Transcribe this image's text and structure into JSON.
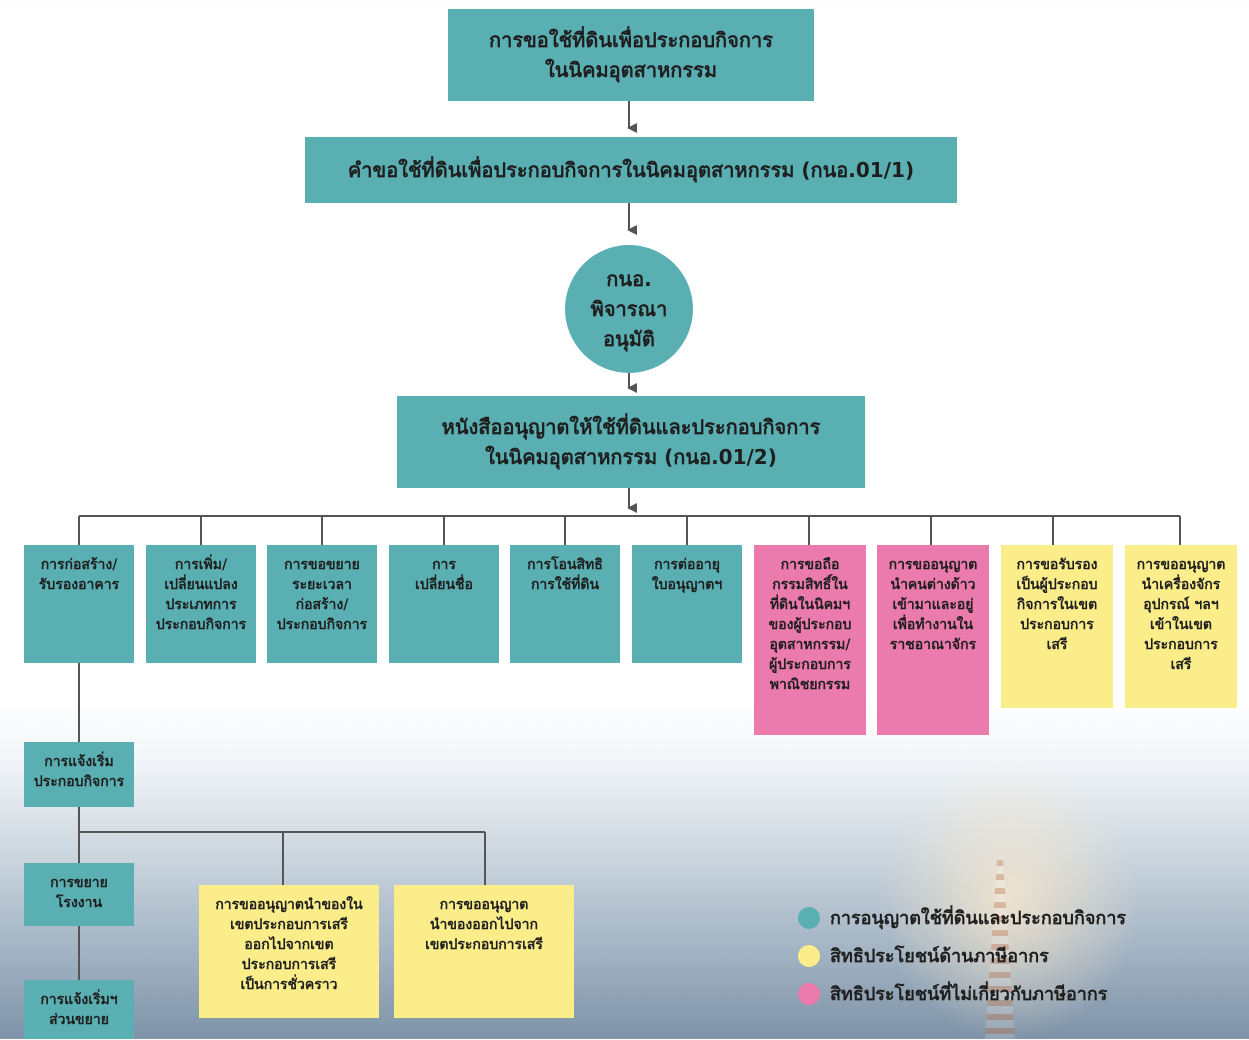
{
  "colors": {
    "teal": "#5aafb3",
    "yellow": "#faed8a",
    "pink": "#ec7bad",
    "connector": "#555555"
  },
  "top_box": "การขอใช้ที่ดินเพื่อประกอบกิจการ\nในนิคมอุตสาหกรรม",
  "request_box": "คำขอใช้ที่ดินเพื่อประกอบกิจการในนิคมอุตสาหกรรม (กนอ.01/1)",
  "approval_circle": "กนอ.\nพิจารณา\nอนุมัติ",
  "permit_box": "หนังสืออนุญาตให้ใช้ที่ดินและประกอบกิจการ\nในนิคมอุตสาหกรรม (กนอ.01/2)",
  "branches": [
    {
      "label": "การก่อสร้าง/\nรับรองอาคาร",
      "category": "teal"
    },
    {
      "label": "การเพิ่ม/\nเปลี่ยนแปลง\nประเภทการ\nประกอบกิจการ",
      "category": "teal"
    },
    {
      "label": "การขอขยาย\nระยะเวลา\nก่อสร้าง/\nประกอบกิจการ",
      "category": "teal"
    },
    {
      "label": "การ\nเปลี่ยนชื่อ",
      "category": "teal"
    },
    {
      "label": "การโอนสิทธิ\nการใช้ที่ดิน",
      "category": "teal"
    },
    {
      "label": "การต่ออายุ\nใบอนุญาตฯ",
      "category": "teal"
    },
    {
      "label": "การขอถือ\nกรรมสิทธิ์ใน\nที่ดินในนิคมฯ\nของผู้ประกอบ\nอุตสาหกรรม/\nผู้ประกอบการ\nพาณิชยกรรม",
      "category": "pink"
    },
    {
      "label": "การขออนุญาต\nนำคนต่างด้าว\nเข้ามาและอยู่\nเพื่อทำงานใน\nราชอาณาจักร",
      "category": "pink"
    },
    {
      "label": "การขอรับรอง\nเป็นผู้ประกอบ\nกิจการในเขต\nประกอบการ\nเสรี",
      "category": "yellow"
    },
    {
      "label": "การขออนุญาต\nนำเครื่องจักร\nอุปกรณ์ ฯลฯ\nเข้าในเขต\nประกอบการ\nเสรี",
      "category": "yellow"
    }
  ],
  "notify_start": "การแจ้งเริ่ม\nประกอบกิจการ",
  "expand_factory": "การขยาย\nโรงงาน",
  "notify_expansion": "การแจ้งเริ่มฯ\nส่วนขยาย",
  "temp_export": "การขออนุญาตนำของใน\nเขตประกอบการเสรี\nออกไปจากเขต\nประกอบการเสรี\nเป็นการชั่วคราว",
  "export_out": "การขออนุญาต\nนำของออกไปจาก\nเขตประกอบการเสรี",
  "legend": [
    {
      "label": "การอนุญาตใช้ที่ดินและประกอบกิจการ",
      "color": "#5aafb3"
    },
    {
      "label": "สิทธิประโยชน์ด้านภาษีอากร",
      "color": "#faed8a"
    },
    {
      "label": "สิทธิประโยชน์ที่ไม่เกี่ยวกับภาษีอากร",
      "color": "#ec7bad"
    }
  ]
}
